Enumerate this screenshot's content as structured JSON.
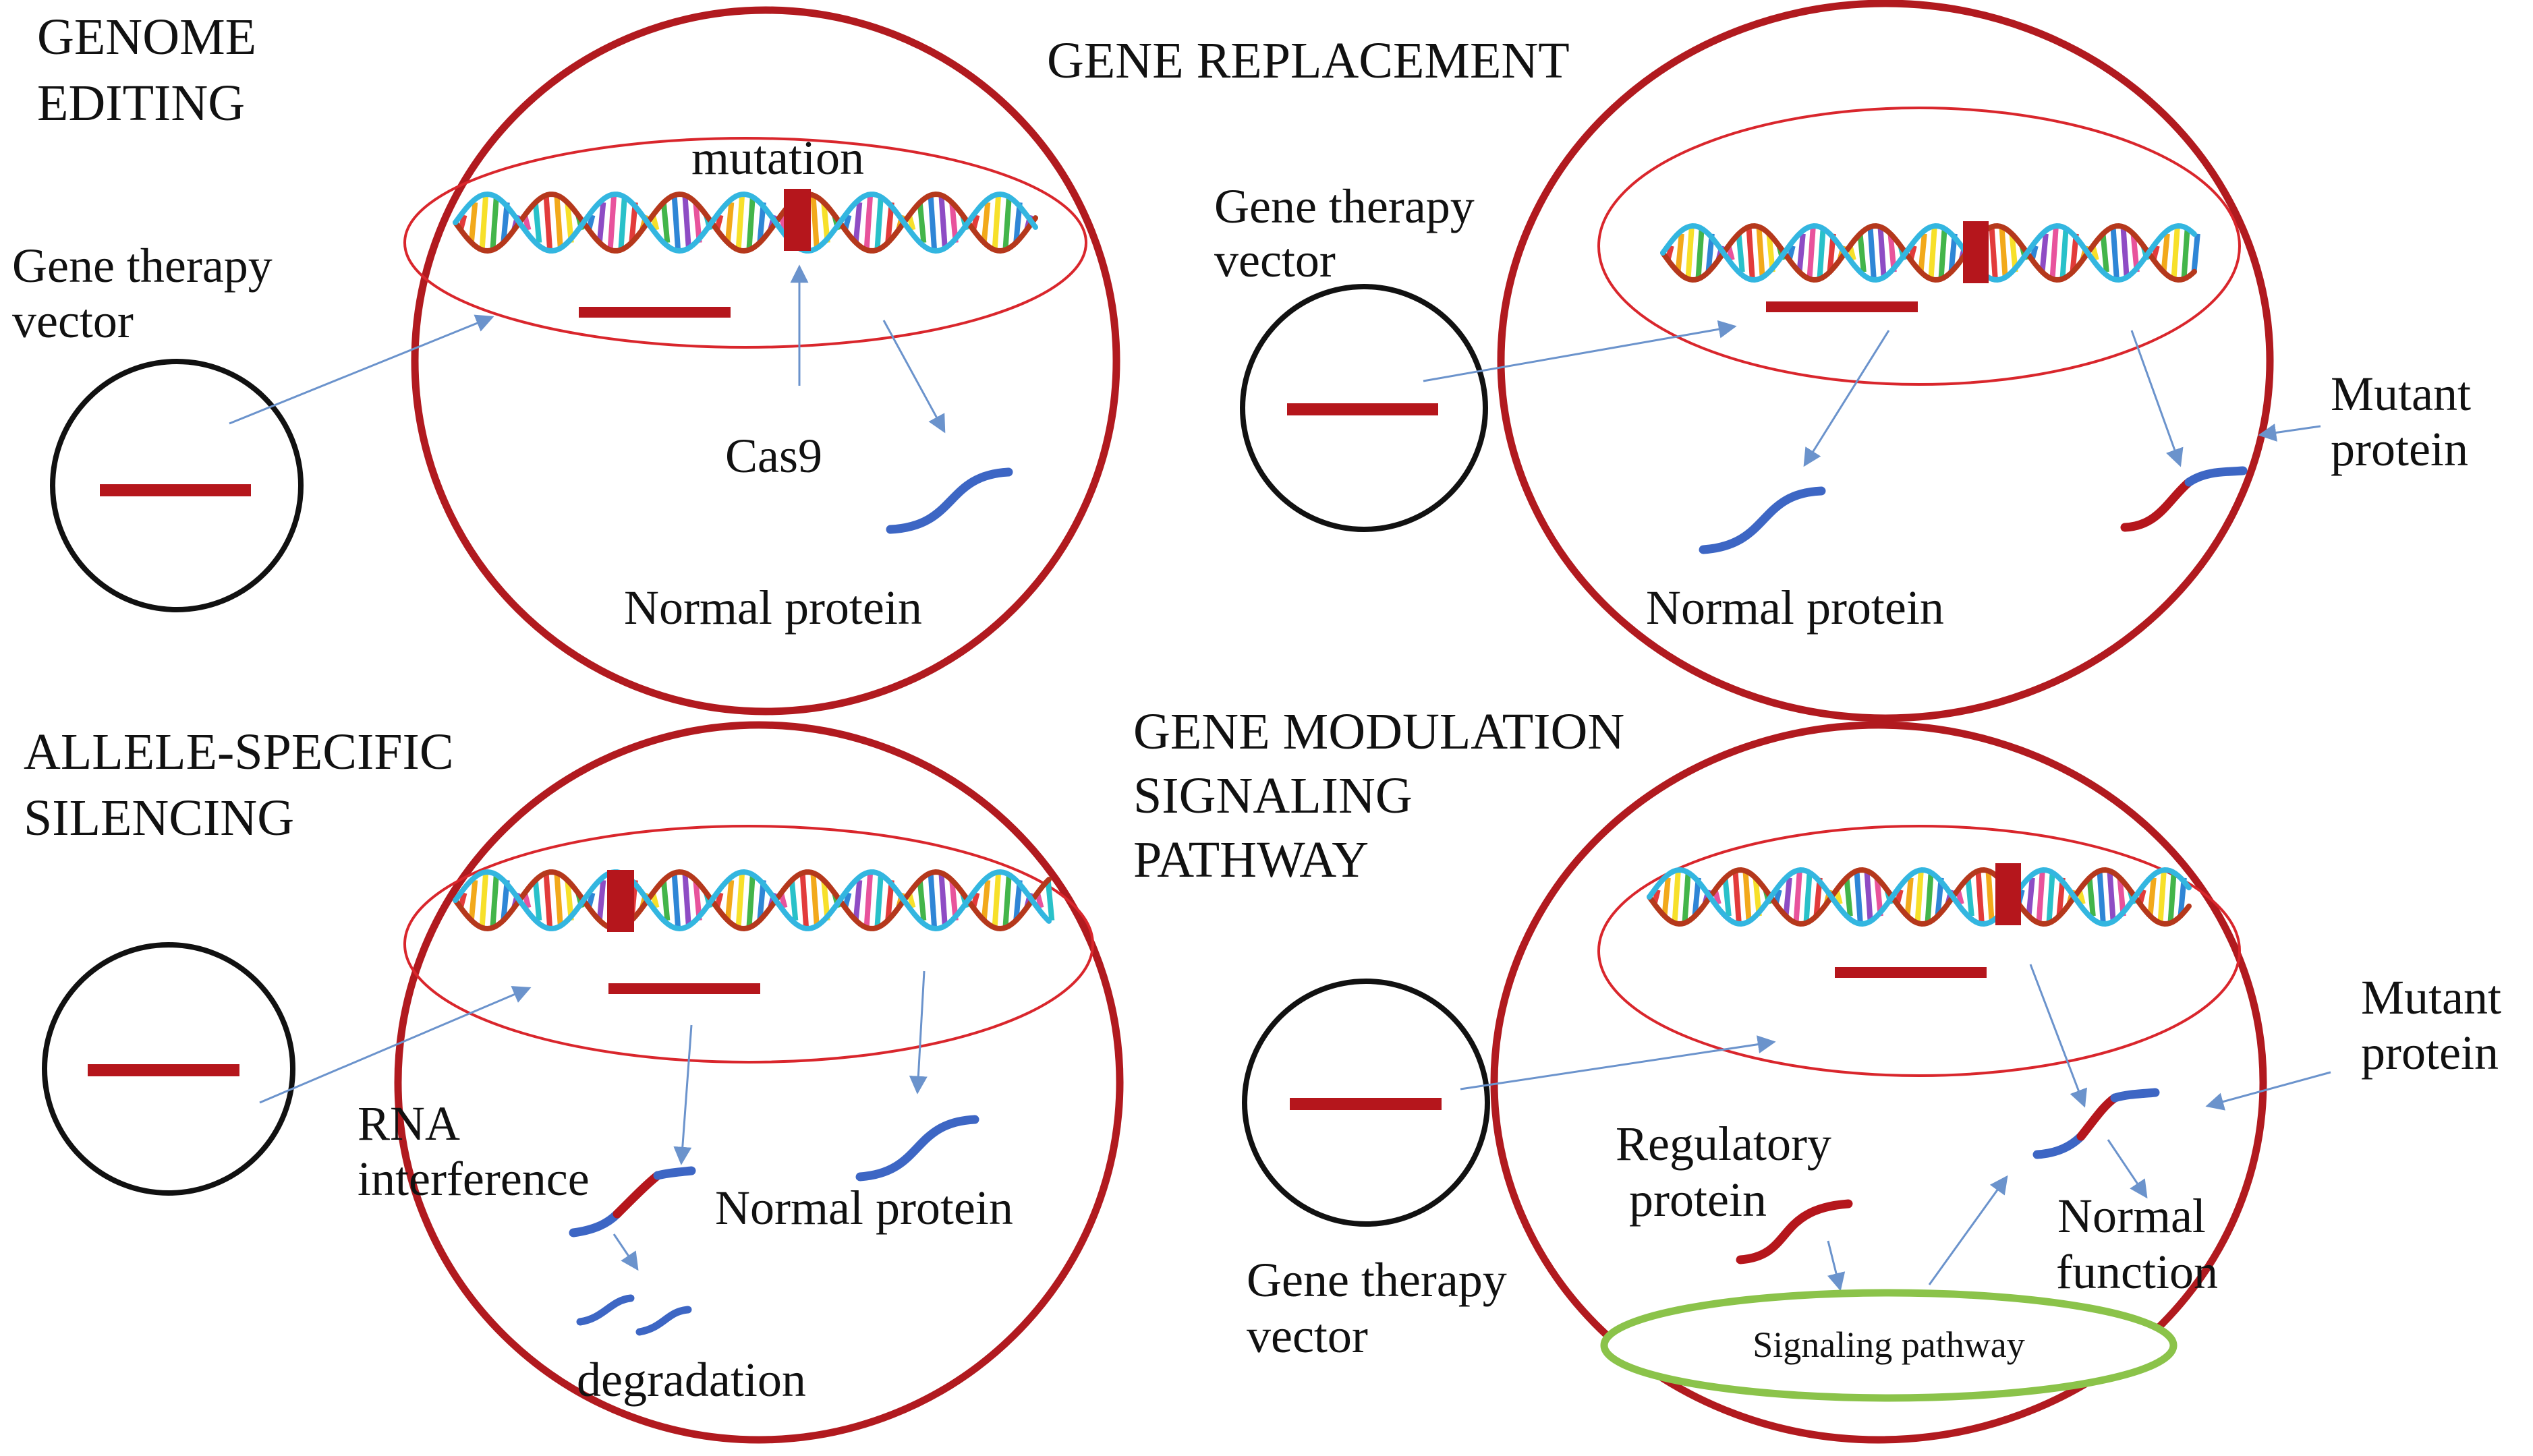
{
  "panels": {
    "genome_editing": {
      "title_line1": "GENOME",
      "title_line2": "EDITING",
      "vector_line1": "Gene therapy",
      "vector_line2": "vector",
      "mutation": "mutation",
      "cas9": "Cas9",
      "normal_protein": "Normal protein"
    },
    "gene_replacement": {
      "title": "GENE REPLACEMENT",
      "vector_line1": "Gene therapy",
      "vector_line2": "vector",
      "mutant_line1": "Mutant",
      "mutant_line2": "protein",
      "normal_protein": "Normal protein"
    },
    "allele_silencing": {
      "title_line1": "ALLELE-SPECIFIC",
      "title_line2": "SILENCING",
      "rna_line1": "RNA",
      "rna_line2": "interference",
      "normal_protein": "Normal protein",
      "degradation": "degradation"
    },
    "gene_modulation": {
      "title_line1": "GENE MODULATION",
      "title_line2": "SIGNALING",
      "title_line3": "PATHWAY",
      "mutant_line1": "Mutant",
      "mutant_line2": "protein",
      "regulatory_line1": "Regulatory",
      "regulatory_line2": "protein",
      "normal_line1": "Normal",
      "normal_line2": "function",
      "vector_line1": "Gene therapy",
      "vector_line2": "vector",
      "pathway": "Signaling pathway"
    }
  },
  "colors": {
    "cell_border": "#b11a1f",
    "nucleus_border": "#d9262c",
    "gene": "#b5161c",
    "protein": "#3d66c4",
    "arrow": "#6b93cc",
    "vector_border": "#111111",
    "pathway_border": "#8bc34a",
    "dna_strand_a": "#b5381c",
    "dna_strand_b": "#33b6e0"
  }
}
